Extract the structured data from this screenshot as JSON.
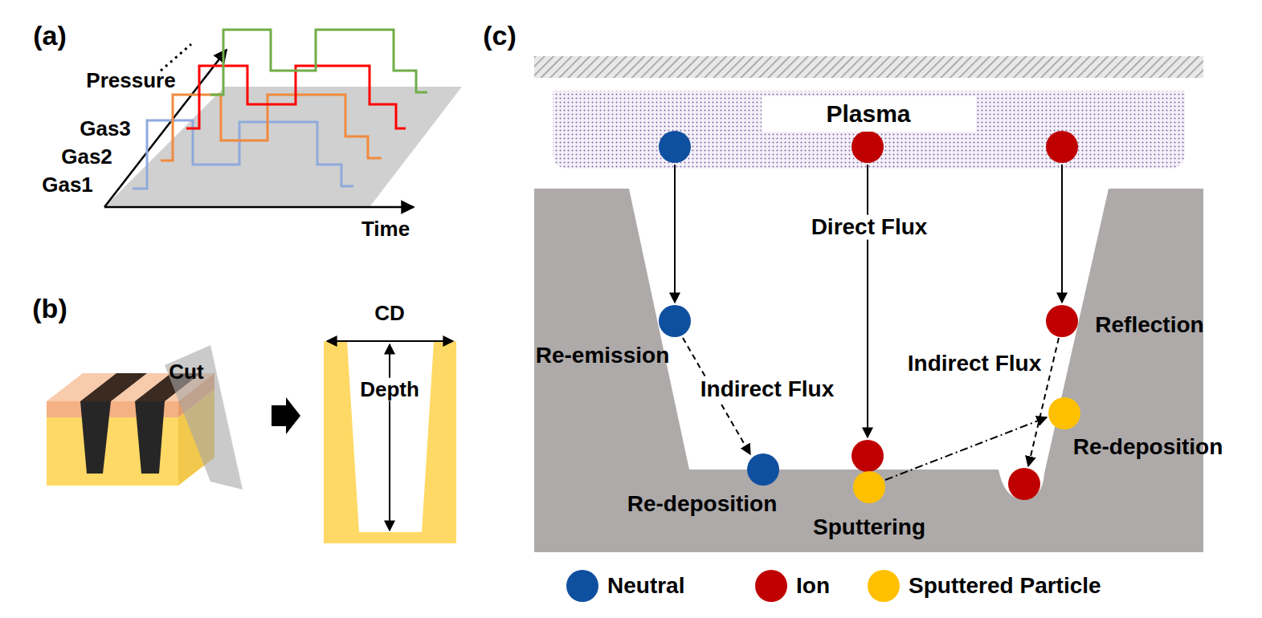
{
  "diagram": {
    "nodes": [
      {
        "text": [
          "Plasma"
        ]
      }
    ],
    "labels": [
      "(a)",
      "Pressure",
      "Gas3",
      "Gas2",
      "Gas1",
      "Time",
      "(b)",
      "Cut",
      "CD",
      "Depth",
      "(c)",
      "Direct Flux",
      "Re-emission",
      "Indirect Flux",
      "Indirect Flux",
      "Reflection",
      "Re-deposition",
      "Sputtering",
      "Re-deposition"
    ],
    "legend": [
      {
        "text": "Neutral",
        "color": "#0f4fa0"
      },
      {
        "text": "Ion",
        "color": "#c00000"
      },
      {
        "text": "Sputtered Particle",
        "color": "#ffc000"
      }
    ]
  }
}
